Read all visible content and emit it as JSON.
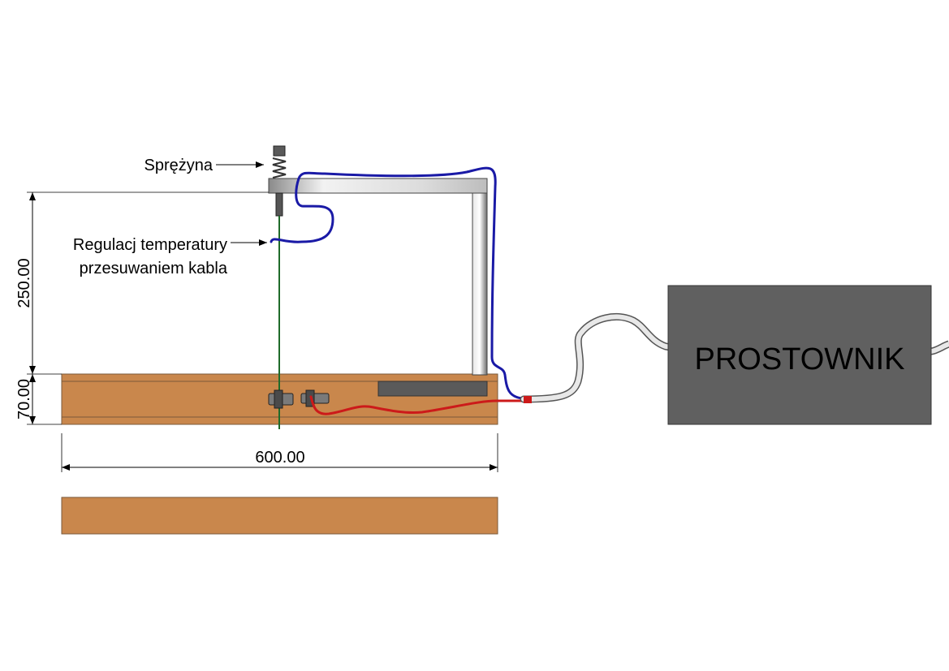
{
  "labels": {
    "spring": "Sprężyna",
    "temp_line1": "Regulacj temperatury",
    "temp_line2": "przesuwaniem kabla",
    "rectifier": "PROSTOWNIK"
  },
  "dimensions": {
    "height": "250.00",
    "base_height": "70.00",
    "width": "600.00"
  },
  "colors": {
    "wood": "#c9874c",
    "wood_edge": "#7a5a3a",
    "rectifier": "#606060",
    "wire_blue": "#1a1aa6",
    "wire_red": "#cc1a1a",
    "heating_wire": "#1f6b2a",
    "cable_gray": "#e8e8e8"
  }
}
